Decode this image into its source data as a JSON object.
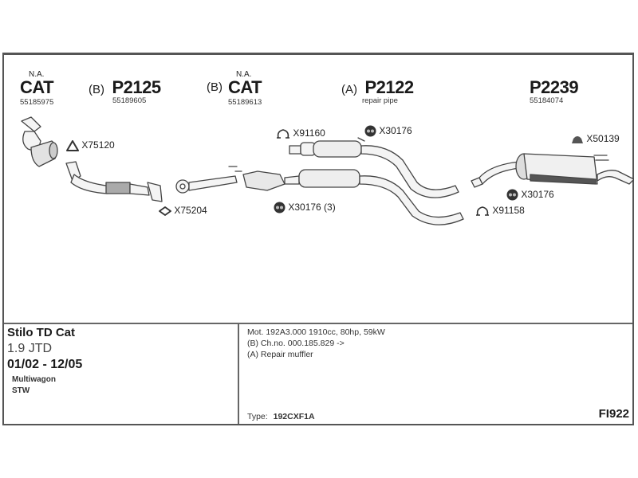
{
  "header_parts": [
    {
      "prefix": "",
      "note": "N.A.",
      "code": "CAT",
      "number": "55185975"
    },
    {
      "prefix": "(B)",
      "note": "",
      "code": "P2125",
      "number": "55189605"
    },
    {
      "prefix": "(B)",
      "note": "N.A.",
      "code": "CAT",
      "number": "55189613"
    },
    {
      "prefix": "(A)",
      "note": "",
      "code": "P2122",
      "number": "repair pipe"
    },
    {
      "prefix": "",
      "note": "",
      "code": "P2239",
      "number": "55184074"
    }
  ],
  "callouts": {
    "x75120": {
      "icon": "gasket-triangle-icon",
      "label": "X75120"
    },
    "x75204": {
      "icon": "gasket-oval-icon",
      "label": "X75204"
    },
    "x91160": {
      "icon": "clamp-icon",
      "label": "X91160"
    },
    "x30176_top": {
      "icon": "rubber-mount-icon",
      "label": "X30176"
    },
    "x30176_mid": {
      "icon": "rubber-mount-icon",
      "label": "X30176 (3)"
    },
    "x50139": {
      "icon": "bracket-mount-icon",
      "label": "X50139"
    },
    "x30176_rear": {
      "icon": "rubber-mount-icon",
      "label": "X30176"
    },
    "x91158": {
      "icon": "clamp-icon",
      "label": "X91158"
    }
  },
  "vehicle": {
    "model": "Stilo TD Cat",
    "engine": "1.9 JTD",
    "years": "01/02 - 12/05",
    "body1": "Multiwagon",
    "body2": "STW"
  },
  "notes": [
    "Mot. 192A3.000 1910cc, 80hp, 59kW",
    "(B) Ch.no. 000.185.829 ->",
    "(A) Repair muffler"
  ],
  "type_label": "Type:",
  "type_value": "192CXF1A",
  "diagram_code": "FI922"
}
